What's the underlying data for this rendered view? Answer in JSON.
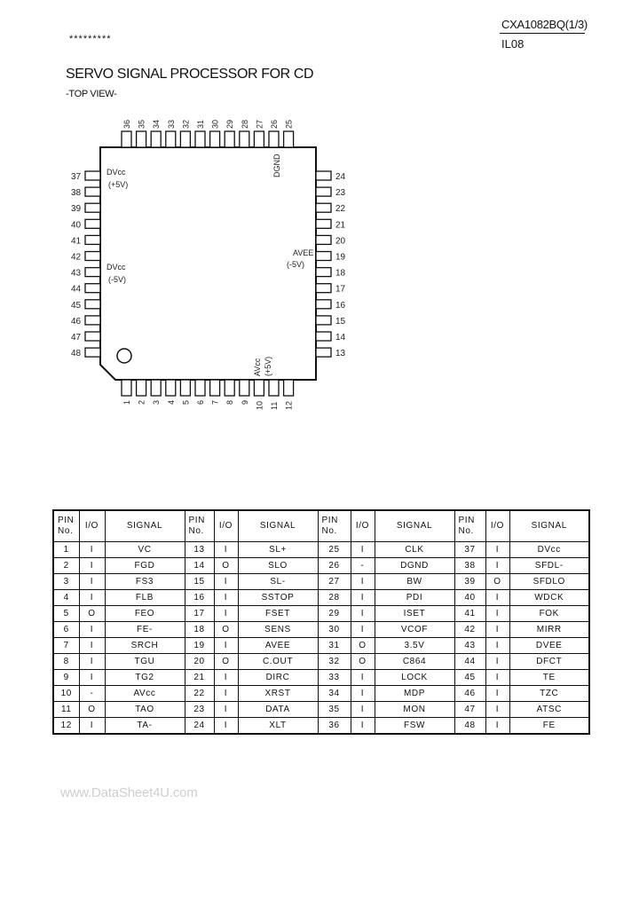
{
  "header": {
    "part_number": "CXA1082BQ(1/3)",
    "sub_code": "IL08",
    "stars": "*********",
    "title": "SERVO SIGNAL PROCESSOR FOR CD",
    "subtitle": "-TOP VIEW-"
  },
  "diagram": {
    "top_pins": [
      "36",
      "35",
      "34",
      "33",
      "32",
      "31",
      "30",
      "29",
      "28",
      "27",
      "26",
      "25"
    ],
    "right_pins": [
      "24",
      "23",
      "22",
      "21",
      "20",
      "19",
      "18",
      "17",
      "16",
      "15",
      "14",
      "13"
    ],
    "bottom_pins": [
      "1",
      "2",
      "3",
      "4",
      "5",
      "6",
      "7",
      "8",
      "9",
      "10",
      "11",
      "12"
    ],
    "left_pins": [
      "37",
      "38",
      "39",
      "40",
      "41",
      "42",
      "43",
      "44",
      "45",
      "46",
      "47",
      "48"
    ],
    "labels": {
      "dvcc_plus_name": "DVcc",
      "dvcc_plus_volt": "(+5V)",
      "dvcc_minus_name": "DVcc",
      "dvcc_minus_volt": "(-5V)",
      "dgnd": "DGND",
      "avee_name": "AVEE",
      "avee_volt": "(-5V)",
      "avcc_name": "AVcc",
      "avcc_volt": "(+5V)"
    }
  },
  "table": {
    "headers": {
      "pin": [
        "PIN",
        "No."
      ],
      "io": "I/O",
      "signal": "SIGNAL"
    },
    "rows": [
      [
        [
          "1",
          "I",
          "VC"
        ],
        [
          "13",
          "I",
          "SL+"
        ],
        [
          "25",
          "I",
          "CLK"
        ],
        [
          "37",
          "I",
          "DVcc"
        ]
      ],
      [
        [
          "2",
          "I",
          "FGD"
        ],
        [
          "14",
          "O",
          "SLO"
        ],
        [
          "26",
          "-",
          "DGND"
        ],
        [
          "38",
          "I",
          "SFDL-"
        ]
      ],
      [
        [
          "3",
          "I",
          "FS3"
        ],
        [
          "15",
          "I",
          "SL-"
        ],
        [
          "27",
          "I",
          "BW"
        ],
        [
          "39",
          "O",
          "SFDLO"
        ]
      ],
      [
        [
          "4",
          "I",
          "FLB"
        ],
        [
          "16",
          "I",
          "SSTOP"
        ],
        [
          "28",
          "I",
          "PDI"
        ],
        [
          "40",
          "I",
          "WDCK"
        ]
      ],
      [
        [
          "5",
          "O",
          "FEO"
        ],
        [
          "17",
          "I",
          "FSET"
        ],
        [
          "29",
          "I",
          "ISET"
        ],
        [
          "41",
          "I",
          "FOK"
        ]
      ],
      [
        [
          "6",
          "I",
          "FE-"
        ],
        [
          "18",
          "O",
          "SENS"
        ],
        [
          "30",
          "I",
          "VCOF"
        ],
        [
          "42",
          "I",
          "MIRR"
        ]
      ],
      [
        [
          "7",
          "I",
          "SRCH"
        ],
        [
          "19",
          "I",
          "AVEE"
        ],
        [
          "31",
          "O",
          "3.5V"
        ],
        [
          "43",
          "I",
          "DVEE"
        ]
      ],
      [
        [
          "8",
          "I",
          "TGU"
        ],
        [
          "20",
          "O",
          "C.OUT"
        ],
        [
          "32",
          "O",
          "C864"
        ],
        [
          "44",
          "I",
          "DFCT"
        ]
      ],
      [
        [
          "9",
          "I",
          "TG2"
        ],
        [
          "21",
          "I",
          "DIRC"
        ],
        [
          "33",
          "I",
          "LOCK"
        ],
        [
          "45",
          "I",
          "TE"
        ]
      ],
      [
        [
          "10",
          "-",
          "AVcc"
        ],
        [
          "22",
          "I",
          "XRST"
        ],
        [
          "34",
          "I",
          "MDP"
        ],
        [
          "46",
          "I",
          "TZC"
        ]
      ],
      [
        [
          "11",
          "O",
          "TAO"
        ],
        [
          "23",
          "I",
          "DATA"
        ],
        [
          "35",
          "I",
          "MON"
        ],
        [
          "47",
          "I",
          "ATSC"
        ]
      ],
      [
        [
          "12",
          "I",
          "TA-"
        ],
        [
          "24",
          "I",
          "XLT"
        ],
        [
          "36",
          "I",
          "FSW"
        ],
        [
          "48",
          "I",
          "FE"
        ]
      ]
    ]
  },
  "footer": {
    "watermark": "www.DataSheet4U.com"
  }
}
